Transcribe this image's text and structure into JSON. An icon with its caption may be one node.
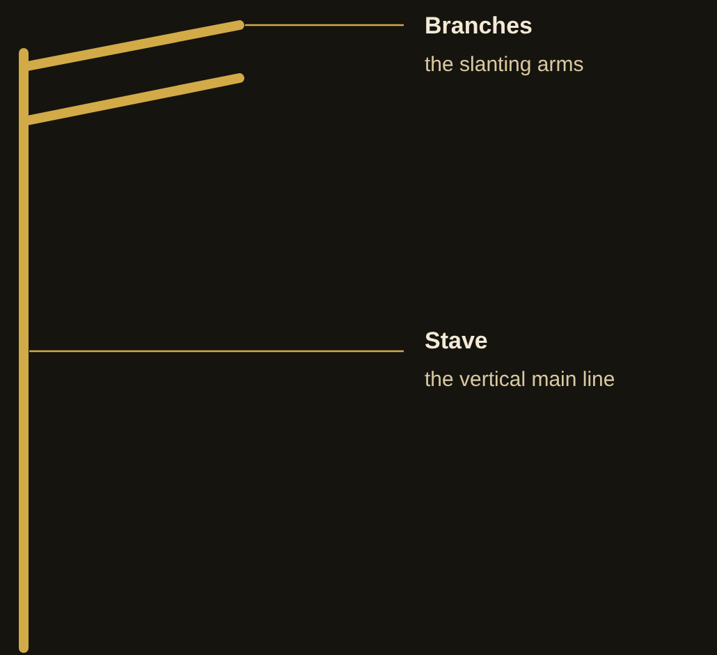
{
  "diagram": {
    "nodes": [
      {
        "text": [
          "Branches",
          "the slanting arms"
        ]
      },
      {
        "text": [
          "Stave",
          "the vertical main line"
        ]
      },
      {
        "text": [],
        "shape": "bar"
      },
      {
        "text": [],
        "shape": "bar"
      }
    ],
    "edges": [
      {
        "from": 0,
        "to": 3,
        "arrow": "none"
      },
      {
        "from": 1,
        "to": 2,
        "arrow": "none"
      }
    ]
  }
}
